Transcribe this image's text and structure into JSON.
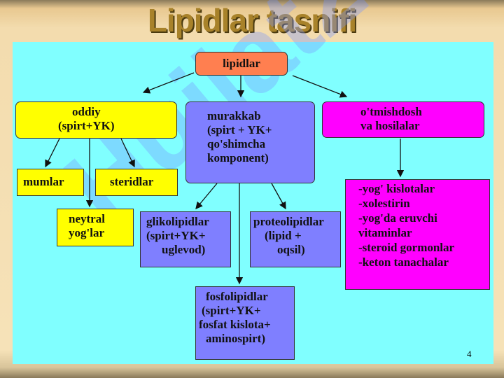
{
  "title": "Lipidlar tasnifi",
  "watermark": "Hujjat24",
  "nodes": {
    "root": "lipidlar",
    "oddiy": [
      "oddiy",
      "(spirt+YK)"
    ],
    "murakkab": [
      "murakkab",
      "(spirt + YK+",
      "qo'shimcha",
      "komponent)"
    ],
    "otmishdosh": [
      "o'tmishdosh",
      "va hosilalar"
    ],
    "mumlar": "mumlar",
    "steridlar": "steridlar",
    "neytral": [
      "neytral",
      "yog'lar"
    ],
    "glikolipidlar": [
      "glikolipidlar",
      "(spirt+YK+",
      "uglevod)"
    ],
    "proteolipidlar": [
      "proteolipidlar",
      "(lipid +",
      "oqsil)"
    ],
    "fosfolipidlar": [
      "fosfolipidlar",
      "(spirt+YK+",
      "fosfat kislota+",
      "aminospirt)"
    ],
    "hosilalar_list": [
      "-yog' kislotalar",
      "-xolestirin",
      "-yog'da eruvchi",
      "vitaminlar",
      "-steroid gormonlar",
      "-keton tanachalar"
    ]
  },
  "page_number": "4"
}
